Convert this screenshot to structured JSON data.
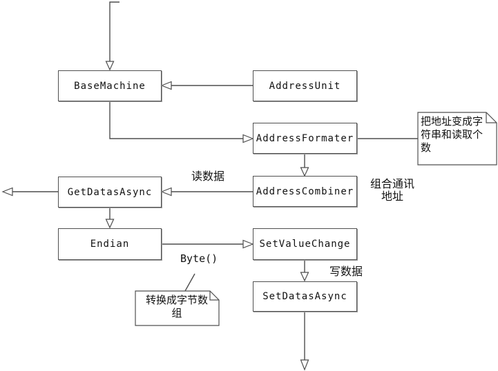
{
  "diagram": {
    "colors": {
      "background": "#ffffff",
      "line": "#4d4d4d",
      "box_border": "#4f4f4f",
      "box_fill": "#ffffff",
      "text": "#1a1a1a"
    },
    "nodes": {
      "base_machine": "BaseMachine",
      "address_unit": "AddressUnit",
      "address_formater": "AddressFormater",
      "get_datas_async": "GetDatasAsync",
      "address_combiner": "AddressCombiner",
      "endian": "Endian",
      "set_value_change": "SetValueChange",
      "set_datas_async": "SetDatasAsync"
    },
    "notes": {
      "address_formater_note": "把地址变成字符串和读取个数",
      "endian_note": "转换成字节数组"
    },
    "edge_labels": {
      "read_data": "读数据",
      "combine_line1": "组合通讯",
      "combine_line2": "地址",
      "byte": "Byte()",
      "write_data": "写数据"
    }
  }
}
